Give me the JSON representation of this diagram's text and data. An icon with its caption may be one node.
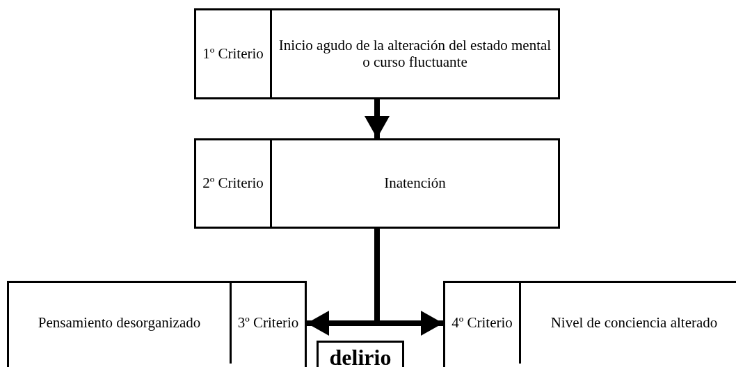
{
  "diagram": {
    "nodes": [
      {
        "text": [
          "1º Criterio",
          "Inicio agudo de la alteración del estado mental o curso fluctuante"
        ]
      },
      {
        "text": [
          "2º Criterio",
          "Inatención"
        ]
      },
      {
        "text": [
          "Pensamiento desorganizado",
          "3º Criterio"
        ]
      },
      {
        "text": [
          "4º Criterio",
          "Nivel de conciencia alterado"
        ]
      },
      {
        "text": [
          "delirio"
        ]
      }
    ],
    "edges": [
      {
        "from": 0,
        "to": 1,
        "arrow": "to"
      },
      {
        "from": 1,
        "to": 2,
        "arrow": "to"
      },
      {
        "from": 1,
        "to": 3,
        "arrow": "to"
      }
    ]
  }
}
